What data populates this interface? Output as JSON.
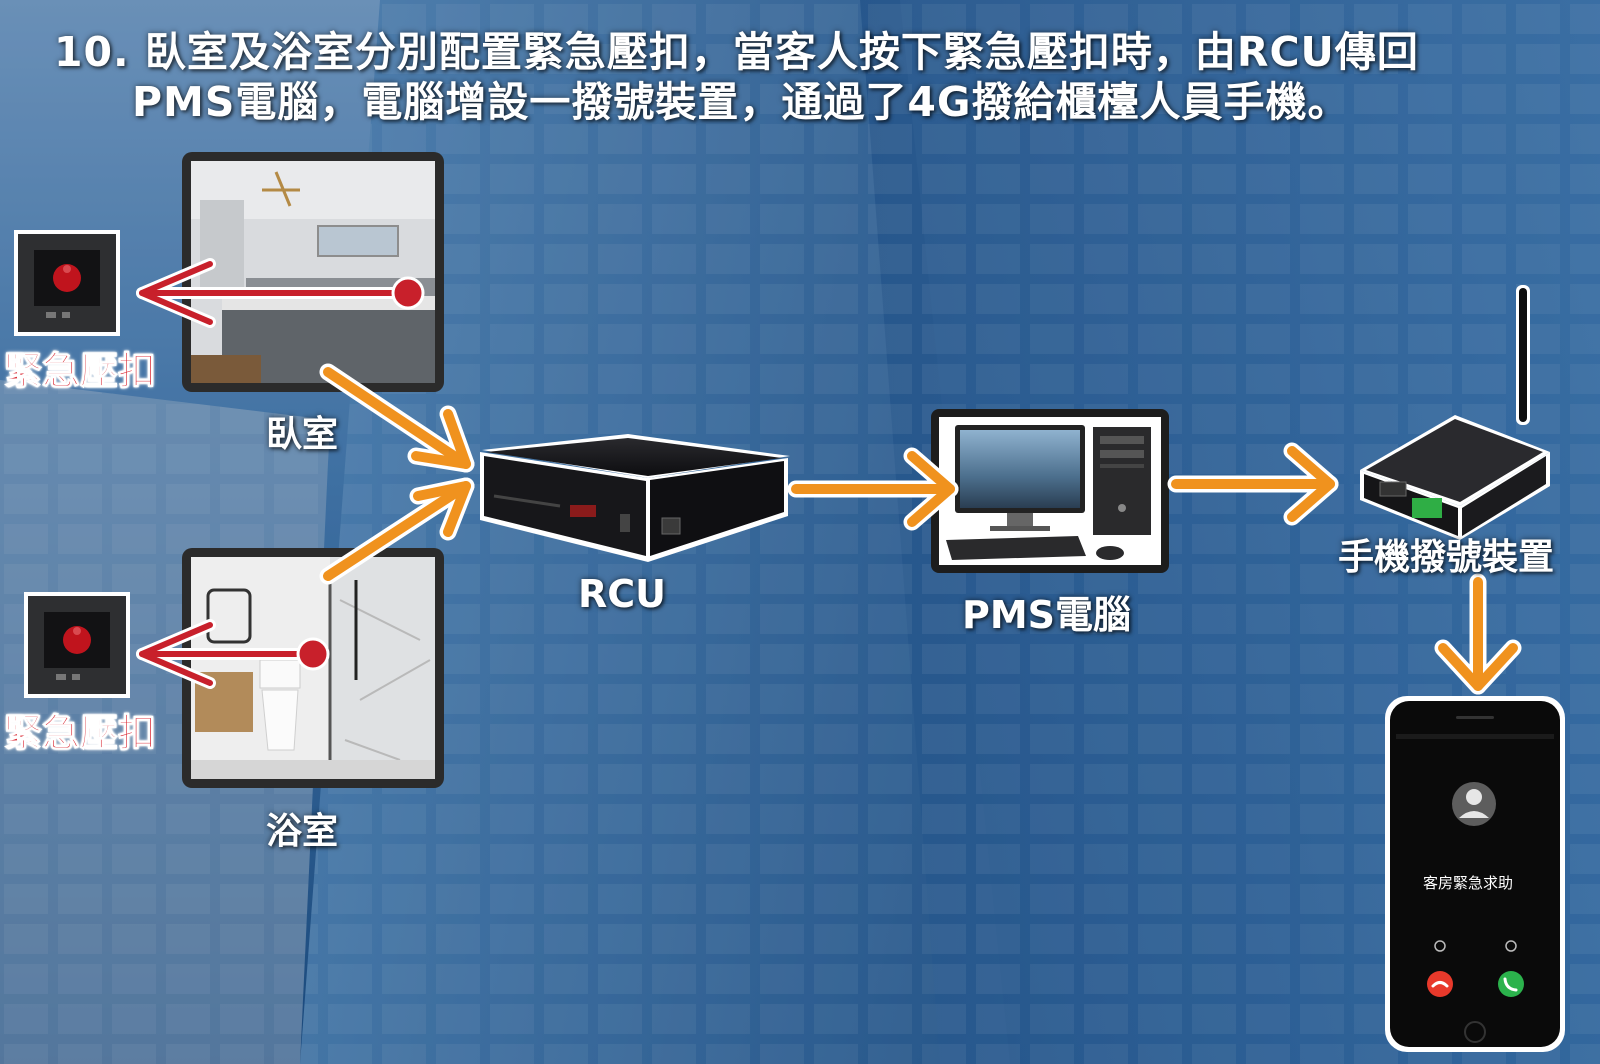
{
  "title": {
    "line1": "10. 臥室及浴室分別配置緊急壓扣，當客人按下緊急壓扣時，由RCU傳回",
    "line2": "PMS電腦，電腦增設一撥號裝置，通過了4G撥給櫃檯人員手機。"
  },
  "nodes": {
    "bedroom_label": "臥室",
    "bathroom_label": "浴室",
    "emergency_button_top": "緊急壓扣",
    "emergency_button_bottom": "緊急壓扣",
    "rcu_label": "RCU",
    "pms_label": "PMS電腦",
    "dialer_label": "手機撥號裝置"
  },
  "phone": {
    "caller_text": "客房緊急求助"
  },
  "colors": {
    "flow_arrow": "#f0921e",
    "alarm_arrow": "#c8202b",
    "alarm_label": "#d8202b",
    "accept_call": "#2bb24c",
    "decline_call": "#e8392b"
  },
  "icons": [
    "emergency-button-icon",
    "rcu-box-icon",
    "desktop-computer-icon",
    "4g-modem-icon",
    "smartphone-icon",
    "avatar-icon",
    "accept-call-icon",
    "decline-call-icon"
  ]
}
